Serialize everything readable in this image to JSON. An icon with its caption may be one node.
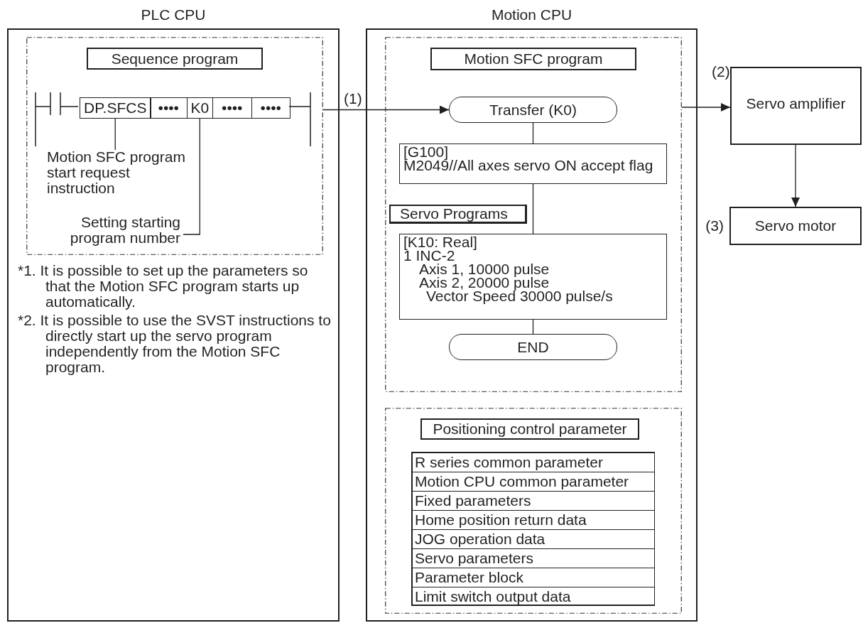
{
  "diagram": {
    "nodes": [
      {
        "text": [
          "PLC CPU"
        ]
      },
      {
        "text": [],
        "shape": "box",
        "in": 0
      },
      {
        "text": [
          "Sequence program"
        ],
        "in": 1
      },
      {
        "text": [
          "DP.SFCS"
        ],
        "in": 1
      },
      {
        "text": [
          "••••"
        ],
        "in": 1
      },
      {
        "text": [
          "K0"
        ],
        "in": 1
      },
      {
        "text": [
          "••••"
        ],
        "in": 1
      },
      {
        "text": [
          "••••"
        ],
        "in": 1
      },
      {
        "text": [
          "Motion SFC program start request instruction"
        ],
        "in": 1
      },
      {
        "text": [
          "Setting starting program number"
        ],
        "in": 1
      },
      {
        "text": [
          "Motion CPU"
        ]
      },
      {
        "text": [],
        "shape": "box",
        "in": 10
      },
      {
        "text": [
          "Motion SFC program"
        ],
        "in": 11
      },
      {
        "text": [
          "Transfer (K0)"
        ],
        "in": 11
      },
      {
        "text": [
          "[G100]",
          "M2049//All axes servo ON accept flag"
        ],
        "in": 11
      },
      {
        "text": [
          "Servo Programs"
        ],
        "in": 11
      },
      {
        "text": [
          "[K10: Real]",
          "1 INC-2",
          "Axis 1, 10000 pulse",
          "Axis 2, 20000 pulse",
          "Vector Speed 30000 pulse/s"
        ],
        "in": 11
      },
      {
        "text": [
          "END"
        ],
        "in": 11
      },
      {
        "text": [],
        "shape": "box",
        "in": 10
      },
      {
        "text": [
          "Positioning control parameter"
        ],
        "in": 18
      },
      {
        "text": [
          "R series common parameter",
          "Motion CPU common parameter",
          "Fixed parameters",
          "Home position return data",
          "JOG operation data",
          "Servo parameters",
          "Parameter block",
          "Limit switch output data"
        ],
        "in": 18
      },
      {
        "text": [
          "Servo amplifier"
        ]
      },
      {
        "text": [
          "Servo motor"
        ],
        "beside": [
          "(3)"
        ]
      }
    ],
    "edges": [
      {
        "from": 1,
        "to": 13,
        "arrow": "to",
        "label": "(1)"
      },
      {
        "from": 13,
        "to": 14,
        "arrow": "none"
      },
      {
        "from": 14,
        "to": 16,
        "arrow": "none"
      },
      {
        "from": 16,
        "to": 17,
        "arrow": "none"
      },
      {
        "from": 11,
        "to": 21,
        "arrow": "to",
        "label": "(2)"
      },
      {
        "from": 21,
        "to": 22,
        "arrow": "to"
      },
      {
        "from": 8,
        "to": 3,
        "arrow": "none"
      },
      {
        "from": 9,
        "to": 5,
        "arrow": "none"
      }
    ],
    "labels": [
      "*1. It is possible to set up the parameters so that the Motion SFC program starts up automatically.",
      "*2. It is possible to use the SVST instructions to directly start up the servo program independently from the Motion SFC program."
    ]
  }
}
